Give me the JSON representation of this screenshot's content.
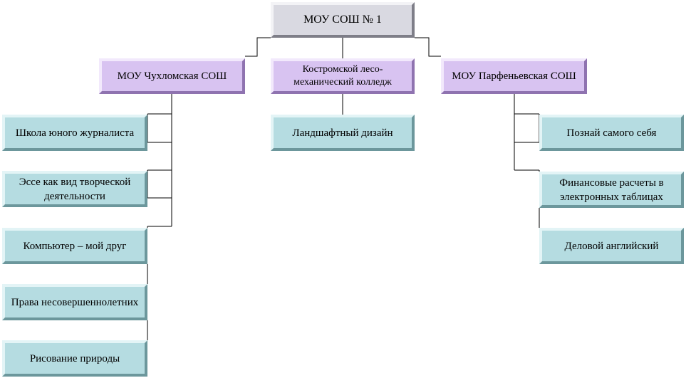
{
  "root": {
    "label": "МОУ СОШ № 1"
  },
  "organizations": [
    {
      "label": "МОУ Чухломская СОШ",
      "courses": [
        "Школа юного журналиста",
        "Эссе как вид творческой деятельности",
        "Компьютер – мой друг",
        "Права несовершеннолетних",
        "Рисование природы"
      ]
    },
    {
      "label": "Костромской лесо-механический колледж",
      "courses": [
        "Ландшафтный дизайн"
      ]
    },
    {
      "label": "МОУ Парфеньевская СОШ",
      "courses": [
        "Познай самого себя",
        "Финансовые расчеты в электронных таблицах",
        "Деловой английский"
      ]
    }
  ],
  "colors": {
    "root_fill": "#d9d9e1",
    "org_fill": "#d8c3f1",
    "course_fill": "#b5dce1",
    "connector": "#000000"
  }
}
